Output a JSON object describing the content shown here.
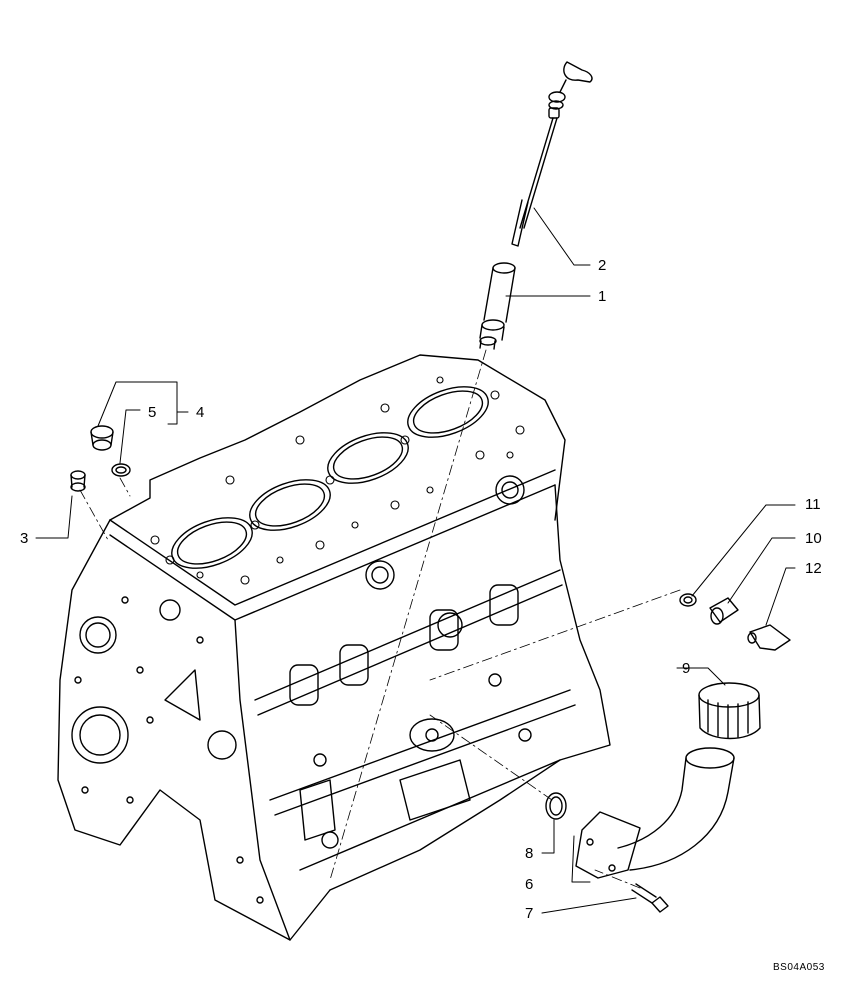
{
  "callouts": {
    "c1": "1",
    "c2": "2",
    "c3": "3",
    "c4": "4",
    "c5": "5",
    "c6": "6",
    "c7": "7",
    "c8": "8",
    "c9": "9",
    "c10": "10",
    "c11": "11",
    "c12": "12"
  },
  "figure_ref": "BS04A053"
}
